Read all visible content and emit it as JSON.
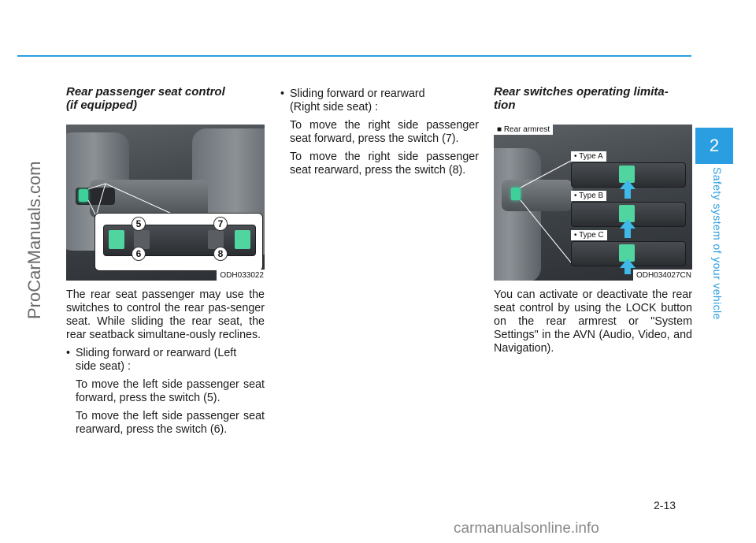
{
  "header": {
    "accent": "#2a9ee0"
  },
  "side_tab": {
    "chapter": "2",
    "title": "Safety system of your vehicle"
  },
  "watermark": {
    "left": "ProCarManuals.com",
    "bottom": "carmanualsonline.info"
  },
  "page_number": "2-13",
  "col1": {
    "heading_line1": "Rear passenger seat control",
    "heading_line2": "(if equipped)",
    "figure": {
      "caption": "ODH033022",
      "callouts": [
        "5",
        "6",
        "7",
        "8"
      ]
    },
    "intro": "The rear seat passenger may use the switches to control the rear pas-senger seat. While sliding the rear seat, the rear seatback simultane-ously reclines.",
    "bullet_line1": "Sliding forward or rearward (Left",
    "bullet_line2": "side seat) :",
    "sub1": "To move the left side passenger seat forward, press the switch (5).",
    "sub2": "To move the left side passenger seat rearward, press the switch (6)."
  },
  "col2": {
    "bullet_line1": "Sliding forward or rearward",
    "bullet_line2": "(Right side seat) :",
    "sub1": "To move the right side passenger seat forward, press the switch (7).",
    "sub2": "To move the right side passenger seat rearward, press the switch (8)."
  },
  "col3": {
    "heading_line1": "Rear switches operating limita-",
    "heading_line2": "tion",
    "figure": {
      "label": "■ Rear armrest",
      "type_a": "• Type A",
      "type_b": "• Type B",
      "type_c": "• Type C",
      "caption": "ODH034027CN"
    },
    "body": "You can activate or deactivate the rear seat control by using the LOCK button on the rear armrest or \"System Settings\" in the AVN (Audio, Video, and Navigation)."
  }
}
